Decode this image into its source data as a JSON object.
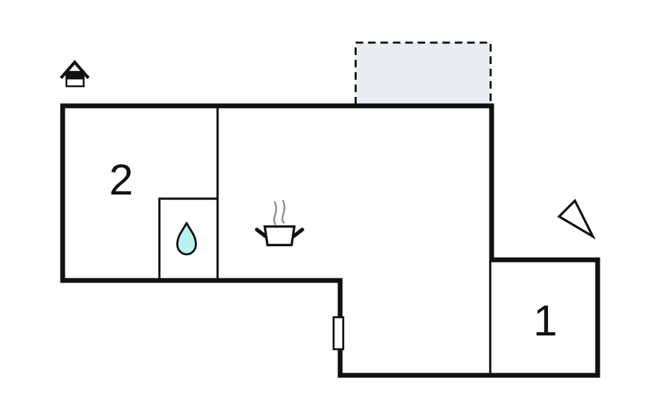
{
  "plan": {
    "type": "floor-plan",
    "rooms": [
      {
        "name": "room-1",
        "label": "1"
      },
      {
        "name": "room-2",
        "label": "2"
      }
    ],
    "icons": [
      "house-icon",
      "water-drop-icon",
      "cooking-pot-icon",
      "steam-icon",
      "north-arrow-icon",
      "window-marker"
    ],
    "colors": {
      "wall": "#111111",
      "background": "#ffffff",
      "annex_fill": "#e9edf3",
      "annex_border": "#111111",
      "drop_fill": "#b9f0f0",
      "steam": "#8e8e8e",
      "label": "#111111"
    }
  }
}
